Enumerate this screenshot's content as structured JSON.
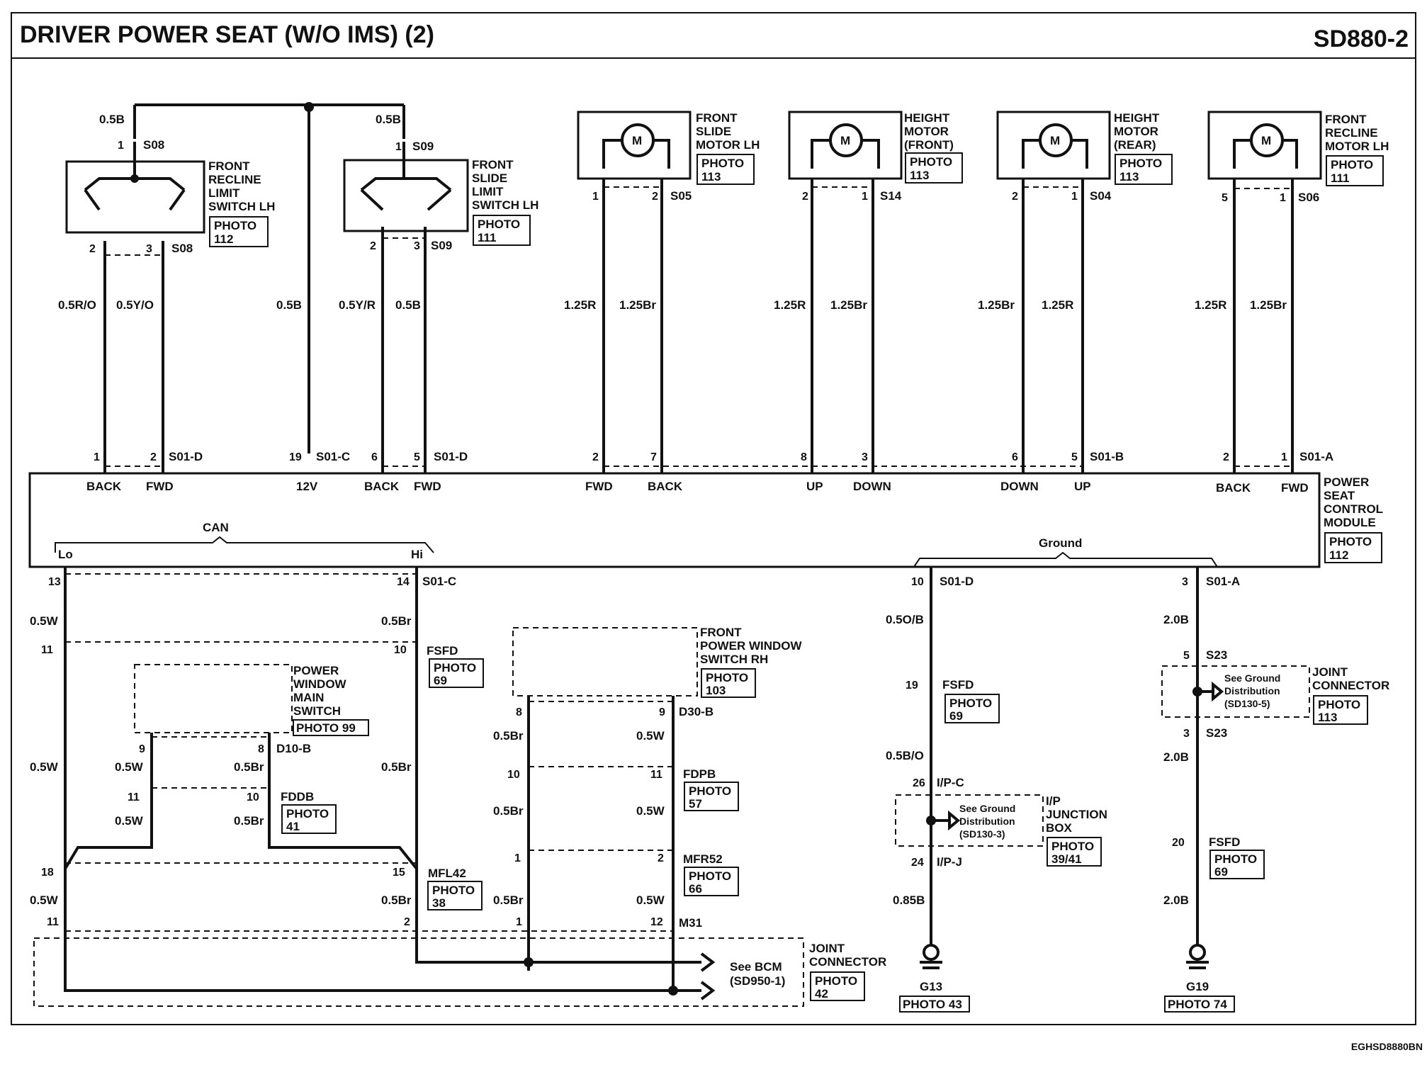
{
  "title": "DRIVER POWER SEAT (W/O IMS) (2)",
  "code": "SD880-2",
  "footer_code": "EGHSD8880BN",
  "wire_labels": {
    "w05b_a": "0.5B",
    "w05b_b": "0.5B",
    "w05ro": "0.5R/O",
    "w05yo": "0.5Y/O",
    "w05b_c": "0.5B",
    "w05yr": "0.5Y/R",
    "w05b_d": "0.5B",
    "m1r": "1.25R",
    "m1br": "1.25Br",
    "m2r": "1.25R",
    "m2br": "1.25Br",
    "m3br": "1.25Br",
    "m3r": "1.25R",
    "m4r": "1.25R",
    "m4br": "1.25Br",
    "can_w1": "0.5W",
    "can_br1": "0.5Br",
    "can_w2": "0.5W",
    "can_w3": "0.5W",
    "can_br2": "0.5Br",
    "can_br3": "0.5Br",
    "can_w4": "0.5W",
    "can_br4": "0.5Br",
    "can_w5": "0.5W",
    "can_br5": "0.5Br",
    "fp_br1": "0.5Br",
    "fp_w1": "0.5W",
    "fp_br2": "0.5Br",
    "fp_w2": "0.5W",
    "fp_br3": "0.5Br",
    "fp_w3": "0.5W",
    "g1": "0.5O/B",
    "g2": "0.5B/O",
    "g3": "0.85B",
    "g4": "2.0B",
    "g5": "2.0B",
    "g6": "2.0B"
  },
  "connectors": {
    "s08": "S08",
    "s08b": "S08",
    "s09": "S09",
    "s09b": "S09",
    "s05": "S05",
    "s14": "S14",
    "s04": "S04",
    "s06": "S06",
    "s01d_a": "S01-D",
    "s01c_a": "S01-C",
    "s01d_b": "S01-D",
    "s01b": "S01-B",
    "s01a_a": "S01-A",
    "s01c_b": "S01-C",
    "s01d_c": "S01-D",
    "s01a_b": "S01-A",
    "fsfd_a": "FSFD",
    "fsfd_b": "FSFD",
    "fsfd_c": "FSFD",
    "d10b": "D10-B",
    "fddb": "FDDB",
    "d30b": "D30-B",
    "fdpb": "FDPB",
    "mfl42": "MFL42",
    "mfr52": "MFR52",
    "m31": "M31",
    "ipc": "I/P-C",
    "ipj": "I/P-J",
    "s23a": "S23",
    "s23b": "S23",
    "g13": "G13",
    "g19": "G19"
  },
  "pins": {
    "p1": "1",
    "p2": "2",
    "p3": "3",
    "p4": "1",
    "p5": "2",
    "p6": "3",
    "m1a": "1",
    "m1b": "2",
    "m2a": "2",
    "m2b": "1",
    "m3a": "2",
    "m3b": "1",
    "m4a": "5",
    "m4b": "1",
    "c1": "1",
    "c2": "2",
    "c19": "19",
    "c6": "6",
    "c5": "5",
    "c2b": "2",
    "c7": "7",
    "c8": "8",
    "c3": "3",
    "c6b": "6",
    "c5b": "5",
    "c2c": "2",
    "c1b": "1",
    "c13": "13",
    "c14": "14",
    "c10": "10",
    "c3b": "3",
    "q11a": "11",
    "q10": "10",
    "q9": "9",
    "q8": "8",
    "q11b": "11",
    "q10b": "10",
    "q18": "18",
    "q15": "15",
    "q11c": "11",
    "q2": "2",
    "r8": "8",
    "r9": "9",
    "r10": "10",
    "r11": "11",
    "r1": "1",
    "r2": "2",
    "r1b": "1",
    "r12": "12",
    "t19": "19",
    "t26": "26",
    "t24": "24",
    "u5": "5",
    "u3": "3",
    "u20": "20"
  },
  "module_pins": {
    "back1": "BACK",
    "fwd1": "FWD",
    "v12": "12V",
    "back2": "BACK",
    "fwd2": "FWD",
    "fwd3": "FWD",
    "back3": "BACK",
    "up1": "UP",
    "down1": "DOWN",
    "down2": "DOWN",
    "up2": "UP",
    "back4": "BACK",
    "fwd4": "FWD"
  },
  "module": {
    "name": [
      "POWER",
      "SEAT",
      "CONTROL",
      "MODULE"
    ],
    "photo": [
      "PHOTO",
      "112"
    ],
    "can": "CAN",
    "lo": "Lo",
    "hi": "Hi",
    "ground": "Ground"
  },
  "components": {
    "recline_switch": {
      "name": [
        "FRONT",
        "RECLINE",
        "LIMIT",
        "SWITCH LH"
      ],
      "photo": [
        "PHOTO",
        "112"
      ]
    },
    "slide_switch": {
      "name": [
        "FRONT",
        "SLIDE",
        "LIMIT",
        "SWITCH LH"
      ],
      "photo": [
        "PHOTO",
        "111"
      ]
    },
    "slide_motor": {
      "name": [
        "FRONT",
        "SLIDE",
        "MOTOR LH"
      ],
      "photo": [
        "PHOTO",
        "113"
      ]
    },
    "height_front": {
      "name": [
        "HEIGHT",
        "MOTOR",
        "(FRONT)"
      ],
      "photo": [
        "PHOTO",
        "113"
      ]
    },
    "height_rear": {
      "name": [
        "HEIGHT",
        "MOTOR",
        "(REAR)"
      ],
      "photo": [
        "PHOTO",
        "113"
      ]
    },
    "recline_motor": {
      "name": [
        "FRONT",
        "RECLINE",
        "MOTOR LH"
      ],
      "photo": [
        "PHOTO",
        "111"
      ]
    },
    "pw_main": {
      "name": [
        "POWER",
        "WINDOW",
        "MAIN",
        "SWITCH"
      ],
      "photo": "PHOTO 99"
    },
    "pw_rh": {
      "name": [
        "FRONT",
        "POWER WINDOW",
        "SWITCH RH"
      ],
      "photo": [
        "PHOTO",
        "103"
      ]
    },
    "joint_bottom": {
      "name": [
        "JOINT",
        "CONNECTOR"
      ],
      "photo": [
        "PHOTO",
        "42"
      ]
    },
    "joint_right": {
      "name": [
        "JOINT",
        "CONNECTOR"
      ],
      "photo": [
        "PHOTO",
        "113"
      ]
    },
    "ip_box": {
      "name": [
        "I/P",
        "JUNCTION",
        "BOX"
      ],
      "photo": [
        "PHOTO",
        "39/41"
      ]
    },
    "motor_symbol": "M"
  },
  "photos": {
    "fsfd_a": [
      "PHOTO",
      "69"
    ],
    "fddb": [
      "PHOTO",
      "41"
    ],
    "mfl42": [
      "PHOTO",
      "38"
    ],
    "fdpb": [
      "PHOTO",
      "57"
    ],
    "mfr52": [
      "PHOTO",
      "66"
    ],
    "fsfd_b": [
      "PHOTO",
      "69"
    ],
    "fsfd_c": [
      "PHOTO",
      "69"
    ],
    "g13": "PHOTO 43",
    "g19": "PHOTO 74"
  },
  "notes": {
    "bcm": [
      "See BCM",
      "(SD950-1)"
    ],
    "ground_ip": [
      "See Ground",
      "Distribution",
      "(SD130-3)"
    ],
    "ground_joint": [
      "See Ground",
      "Distribution",
      "(SD130-5)"
    ]
  }
}
